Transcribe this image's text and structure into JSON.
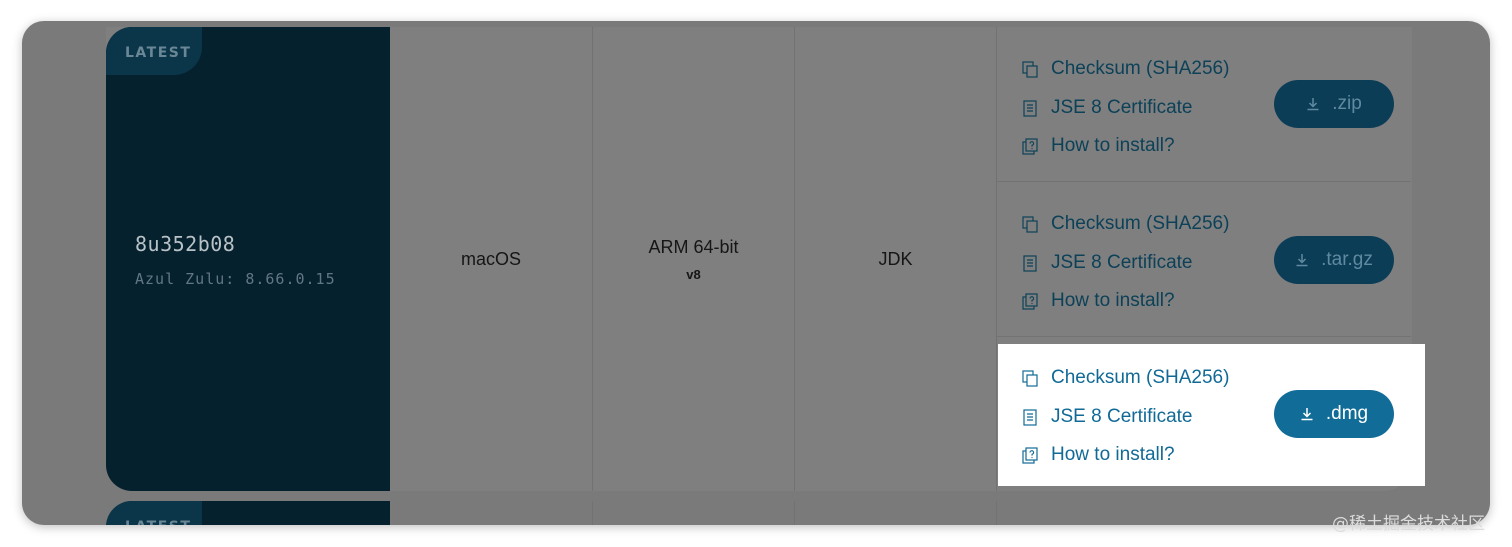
{
  "release": {
    "badge": "LATEST",
    "version": "8u352b08",
    "build": "Azul Zulu: 8.66.0.15",
    "os": "macOS",
    "arch": "ARM 64-bit",
    "arch_version": "v8",
    "package_type": "JDK"
  },
  "next_release": {
    "badge": "LATEST"
  },
  "packages": [
    {
      "checksum_label": "Checksum (SHA256)",
      "certificate_label": "JSE 8 Certificate",
      "install_label": "How to install?",
      "download_label": ".zip"
    },
    {
      "checksum_label": "Checksum (SHA256)",
      "certificate_label": "JSE 8 Certificate",
      "install_label": "How to install?",
      "download_label": ".tar.gz"
    },
    {
      "checksum_label": "Checksum (SHA256)",
      "certificate_label": "JSE 8 Certificate",
      "install_label": "How to install?",
      "download_label": ".dmg",
      "highlighted": true
    }
  ],
  "icons": {
    "checksum": "copy-icon",
    "certificate": "document-icon",
    "install": "help-icon",
    "download": "download-icon"
  },
  "colors": {
    "panel": "#06212e",
    "accent": "#116d98",
    "overlay": "#7a7a7a"
  },
  "watermark": "@稀土掘金技术社区"
}
